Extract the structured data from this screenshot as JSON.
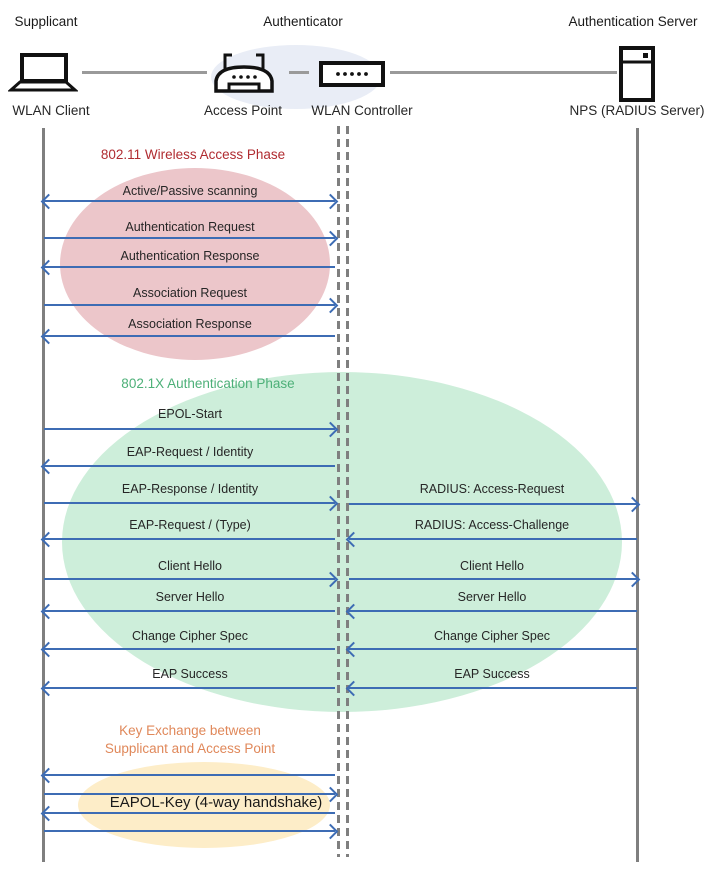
{
  "header": {
    "roles": {
      "supplicant": "Supplicant",
      "authenticator": "Authenticator",
      "auth_server": "Authentication Server"
    },
    "nodes": {
      "wlan_client": "WLAN Client",
      "access_point": "Access Point",
      "wlan_controller": "WLAN Controller",
      "nps": "NPS (RADIUS Server)"
    }
  },
  "phase_wireless": {
    "title": "802.11 Wireless Access Phase",
    "messages": [
      {
        "label": "Active/Passive scanning",
        "direction": "both"
      },
      {
        "label": "Authentication Request",
        "direction": "right"
      },
      {
        "label": "Authentication Response",
        "direction": "left"
      },
      {
        "label": "Association Request",
        "direction": "right"
      },
      {
        "label": "Association Response",
        "direction": "left"
      }
    ]
  },
  "phase_8021x": {
    "title": "802.1X Authentication Phase",
    "left_messages": [
      {
        "label": "EPOL-Start",
        "direction": "right"
      },
      {
        "label": "EAP-Request / Identity",
        "direction": "left"
      },
      {
        "label": "EAP-Response / Identity",
        "direction": "right"
      },
      {
        "label": "EAP-Request / (Type)",
        "direction": "left"
      },
      {
        "label": "Client Hello",
        "direction": "right"
      },
      {
        "label": "Server Hello",
        "direction": "left"
      },
      {
        "label": "Change Cipher Spec",
        "direction": "left"
      },
      {
        "label": "EAP Success",
        "direction": "left"
      }
    ],
    "right_messages": [
      {
        "label": "RADIUS: Access-Request",
        "direction": "right"
      },
      {
        "label": "RADIUS: Access-Challenge",
        "direction": "left"
      },
      {
        "label": "Client Hello",
        "direction": "right"
      },
      {
        "label": "Server Hello",
        "direction": "left"
      },
      {
        "label": "Change Cipher Spec",
        "direction": "left"
      },
      {
        "label": "EAP Success",
        "direction": "left"
      }
    ]
  },
  "phase_key_exchange": {
    "title_line1": "Key Exchange between",
    "title_line2": "Supplicant and Access Point",
    "label": "EAPOL-Key (4-way handshake)",
    "arrow_directions": [
      "left",
      "right",
      "left",
      "right"
    ]
  },
  "colors": {
    "arrow": "#3d6cb4",
    "lifeline": "#7f7f7f",
    "wireless_fill": "#ecc6ca",
    "wireless_title": "#b02c31",
    "auth_fill": "#cdeeda",
    "auth_title": "#4db078",
    "key_fill": "#fdedc8",
    "key_title": "#e0885a",
    "authenticator_fill": "#e9edf6"
  }
}
